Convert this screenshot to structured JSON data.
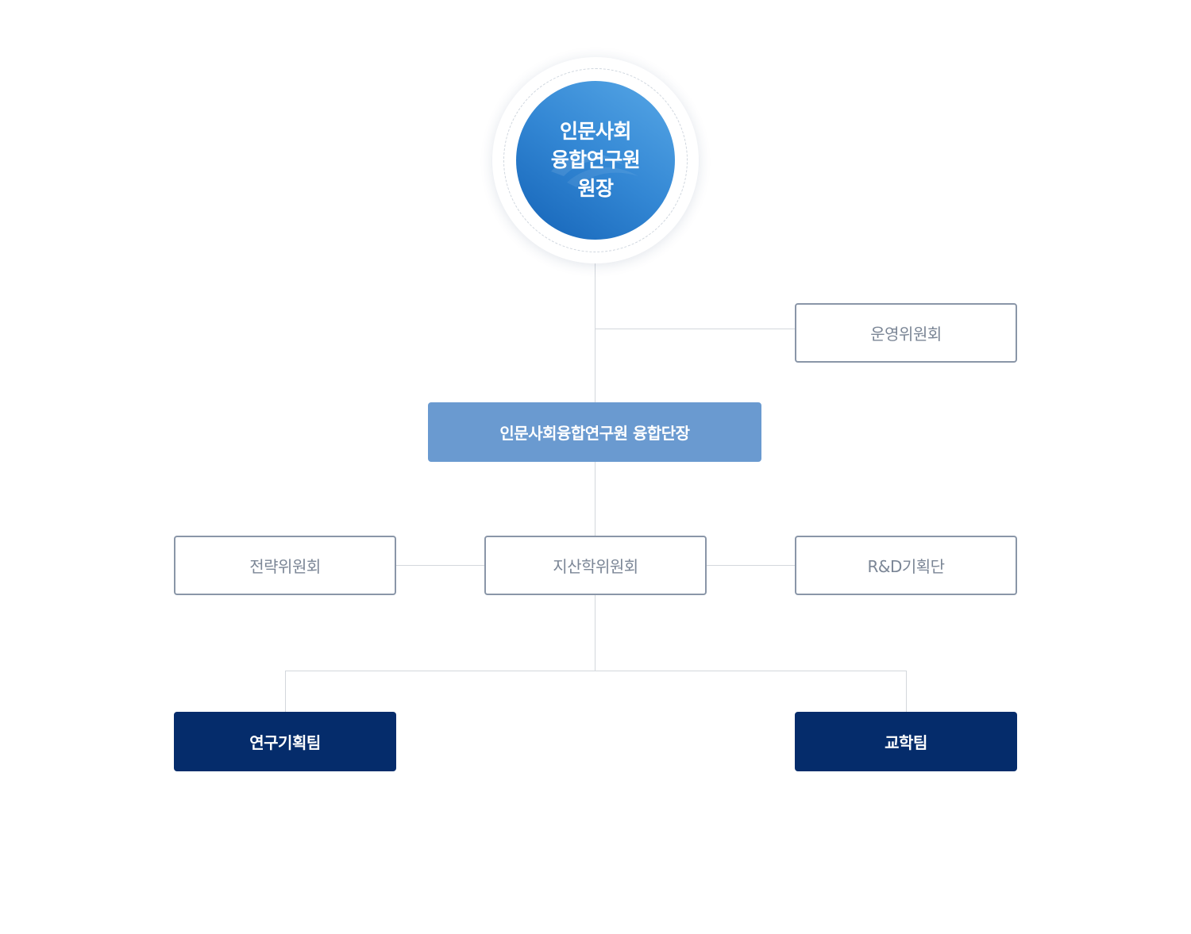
{
  "head": {
    "lines": [
      "인문사회",
      "융합연구원",
      "원장"
    ]
  },
  "committee_top": "운영위원회",
  "director": "인문사회융합연구원 융합단장",
  "committees": {
    "left": "전략위원회",
    "center": "지산학위원회",
    "right": "R&D기획단"
  },
  "teams": {
    "left": "연구기획팀",
    "right": "교학팀"
  },
  "colors": {
    "core_gradient_start": "#1463b7",
    "core_gradient_end": "#57a7e6",
    "director_fill": "#6a9ad0",
    "team_fill": "#052c6b",
    "outline_border": "#8a96a8",
    "outline_text": "#7b8696",
    "connector": "#d3d7dc"
  }
}
